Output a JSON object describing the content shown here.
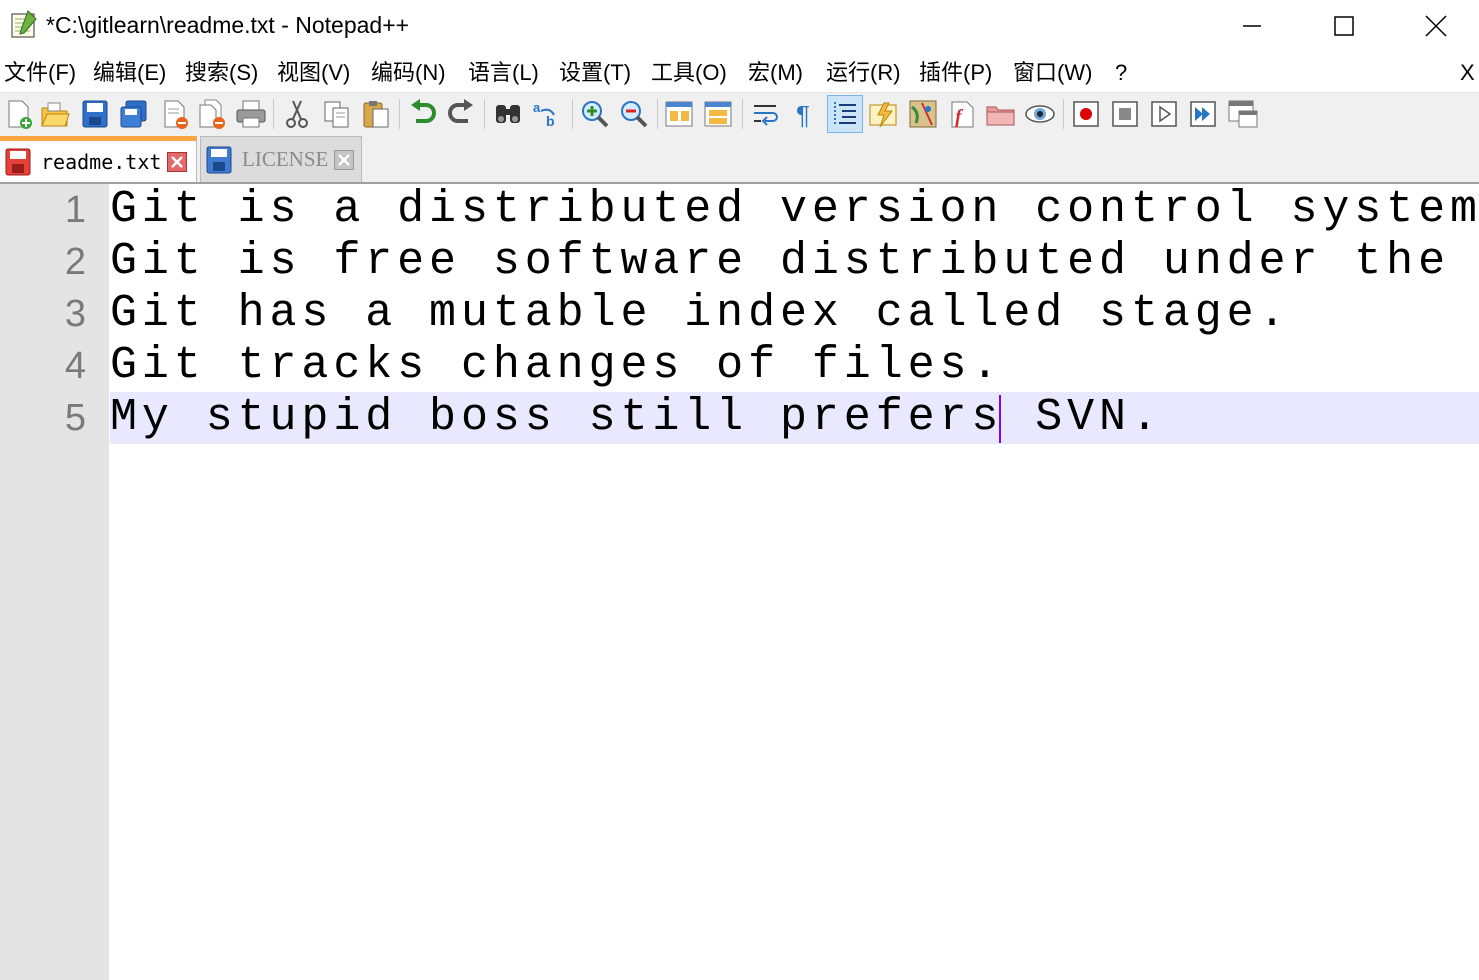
{
  "window": {
    "title": "*C:\\gitlearn\\readme.txt - Notepad++",
    "minimize_glyph": "—",
    "maximize_glyph": "☐",
    "close_glyph": "✕"
  },
  "menu": {
    "items": [
      {
        "label": "文件(F)"
      },
      {
        "label": "编辑(E)"
      },
      {
        "label": "搜索(S)"
      },
      {
        "label": "视图(V)"
      },
      {
        "label": "编码(N)"
      },
      {
        "label": "语言(L)"
      },
      {
        "label": "设置(T)"
      },
      {
        "label": "工具(O)"
      },
      {
        "label": "宏(M)"
      },
      {
        "label": "运行(R)"
      },
      {
        "label": "插件(P)"
      },
      {
        "label": "窗口(W)"
      },
      {
        "label": "?"
      }
    ],
    "close_label": "X"
  },
  "toolbar": {
    "buttons": [
      "new-file-icon",
      "open-file-icon",
      "save-icon",
      "save-all-icon",
      "close-icon",
      "close-all-icon",
      "print-icon",
      "cut-icon",
      "copy-icon",
      "paste-icon",
      "undo-icon",
      "redo-icon",
      "find-icon",
      "replace-icon",
      "zoom-in-icon",
      "zoom-out-icon",
      "sync-vertical-icon",
      "sync-horizontal-icon",
      "word-wrap-icon",
      "show-all-characters-icon",
      "indent-guide-icon",
      "user-defined-language-icon",
      "document-map-icon",
      "function-list-icon",
      "folder-as-workspace-icon",
      "monitoring-icon",
      "record-macro-icon",
      "stop-recording-icon",
      "playback-macro-icon",
      "run-macro-multiple-icon",
      "save-macro-icon"
    ],
    "active_button": "indent-guide-icon"
  },
  "tabs": [
    {
      "label": "readme.txt",
      "active": true,
      "modified": true
    },
    {
      "label": "LICENSE",
      "active": false,
      "modified": false
    }
  ],
  "editor": {
    "current_line": 5,
    "lines": [
      {
        "number": "1",
        "text": "Git is a distributed version control system."
      },
      {
        "number": "2",
        "text": "Git is free software distributed under the GPL."
      },
      {
        "number": "3",
        "text": "Git has a mutable index called stage."
      },
      {
        "number": "4",
        "text": "Git tracks changes of files."
      },
      {
        "number": "5",
        "text": "My stupid boss still prefers SVN."
      }
    ]
  },
  "colors": {
    "current_line_highlight": "#e8e8ff",
    "caret": "#8000ff",
    "active_tab_accent": "#f9a341",
    "gutter": "#e4e4e4"
  }
}
